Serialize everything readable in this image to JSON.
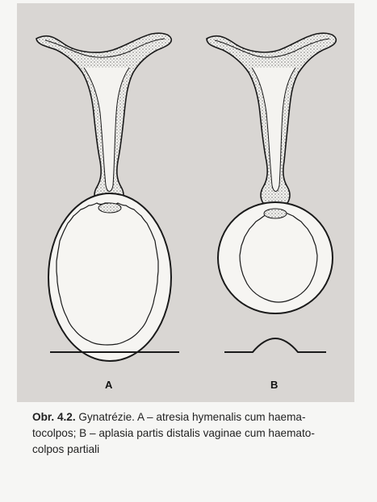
{
  "figure": {
    "label_a": "A",
    "label_b": "B"
  },
  "caption": {
    "lead": "Obr. 4.2.",
    "line1": " Gynatrézie. A – atresia hymenalis cum haema-",
    "line2": "tocolpos; B – aplasia partis distalis vaginae cum haemato-",
    "line3": "colpos partiali"
  },
  "colors": {
    "figure_background": "#d9d6d3",
    "line": "#1a1a1a",
    "text": "#222222"
  }
}
